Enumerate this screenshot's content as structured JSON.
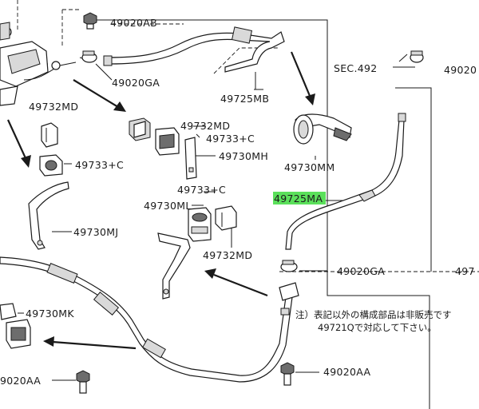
{
  "labels": {
    "p49020AB": "49020AB",
    "p49020GA_top": "49020GA",
    "sec492": "SEC.492",
    "p49020_right": "49020",
    "p49725MB": "49725MB",
    "p49732MD_left": "49732MD",
    "p49732MD_mid": "49732MD",
    "p49733C_mid": "49733+C",
    "p49730MH": "49730MH",
    "p49730MM": "49730MM",
    "p49733C_left": "49733+C",
    "p49733C_center": "49733+C",
    "p49725MA_code": "49725M",
    "p49725MA_suffix": "A",
    "p49730ML": "49730ML",
    "p49730MJ": "49730MJ",
    "p49732MD_lower": "49732MD",
    "p49020GA_lower": "49020GA",
    "p49_right": "497",
    "p49730MK": "49730MK",
    "p49020AA_left": "9020AA",
    "p49020AA_right": "49020AA"
  },
  "note": {
    "line1": "注）表記以外の構成部品は非販売です",
    "line2": "49721Qで対応して下さい。"
  },
  "colors": {
    "highlight": "#5be05b",
    "ink": "#1a1a1a"
  }
}
